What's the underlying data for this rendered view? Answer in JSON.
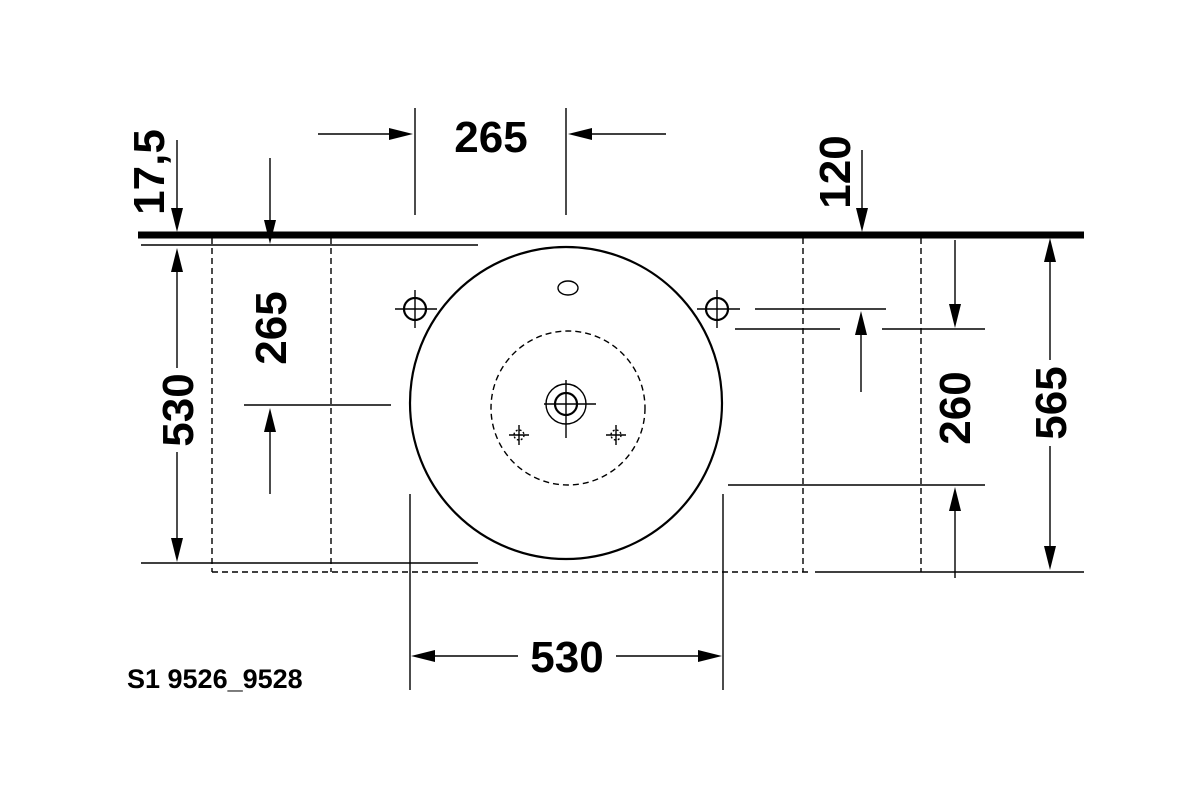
{
  "drawing_code": "S1 9526_9528",
  "dimensions": {
    "top_offset": "17,5",
    "tap_spacing": "265",
    "right_offset": "120",
    "depth_left": "530",
    "tap_depth": "265",
    "depth_right": "260",
    "total_depth": "565",
    "bowl_width": "530"
  },
  "colors": {
    "line": "#000000",
    "background": "#ffffff"
  }
}
